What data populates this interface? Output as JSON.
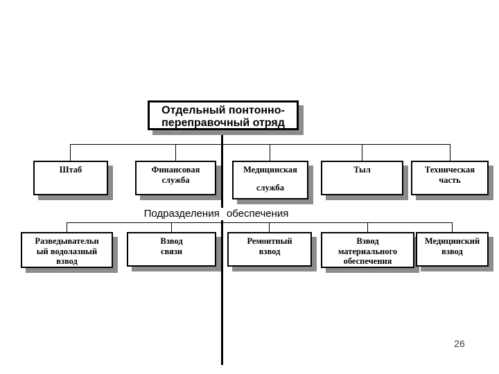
{
  "colors": {
    "background": "#ffffff",
    "box_fill": "#ffffff",
    "box_border": "#000000",
    "box_shadow": "#8c8c8c",
    "connector": "#000000",
    "text": "#000000"
  },
  "org_chart": {
    "root": {
      "label": "Отдельный понтонно-переправочный отряд",
      "lines": [
        "Отдельный понтонно-",
        "переправочный отряд"
      ]
    },
    "level1": [
      {
        "label": "Штаб",
        "lines": [
          "Штаб"
        ]
      },
      {
        "label": "Финансовая служба",
        "lines": [
          "Финансовая",
          "служба"
        ]
      },
      {
        "label": "Медицинская служба",
        "lines": [
          "Медицинская",
          "служба"
        ]
      },
      {
        "label": "Тыл",
        "lines": [
          "Тыл"
        ]
      },
      {
        "label": "Техническая часть",
        "lines": [
          "Техническая",
          "часть"
        ]
      }
    ],
    "section_heading": "Подразделения обеспечения",
    "level2": [
      {
        "label": "Разведывательный водолазный взвод",
        "lines": [
          "Разведывательн",
          "ый водолазный",
          "взвод"
        ]
      },
      {
        "label": "Взвод связи",
        "lines": [
          "Взвод",
          "связи"
        ]
      },
      {
        "label": "Ремонтный взвод",
        "lines": [
          "Ремонтный",
          "взвод"
        ]
      },
      {
        "label": "Взвод материального обеспечения",
        "lines": [
          "Взвод",
          "материального",
          "обеспечения"
        ]
      },
      {
        "label": "Медицинский взвод",
        "lines": [
          "Медицинский",
          "взвод"
        ]
      }
    ]
  },
  "page": {
    "number": "26"
  }
}
